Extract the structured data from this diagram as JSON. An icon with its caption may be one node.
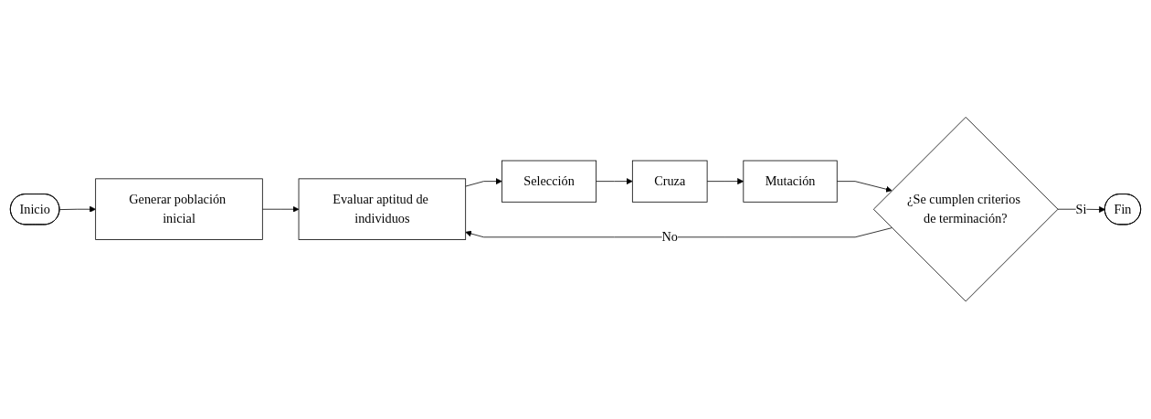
{
  "diagram": {
    "nodes": [
      {
        "text": [
          "Inicio"
        ]
      },
      {
        "text": [
          "Generar población inicial"
        ]
      },
      {
        "text": [
          "Evaluar aptitud de individuos"
        ]
      },
      {
        "text": [
          "Selección"
        ]
      },
      {
        "text": [
          "Cruza"
        ]
      },
      {
        "text": [
          "Mutación"
        ]
      },
      {
        "text": [
          "¿Se cumplen criterios de terminación?"
        ]
      },
      {
        "text": [
          "Fin"
        ]
      }
    ],
    "edges": [
      {
        "from": 0,
        "to": 1,
        "arrow": "to"
      },
      {
        "from": 1,
        "to": 2,
        "arrow": "to"
      },
      {
        "from": 2,
        "to": 3,
        "arrow": "to"
      },
      {
        "from": 3,
        "to": 4,
        "arrow": "to"
      },
      {
        "from": 4,
        "to": 5,
        "arrow": "to"
      },
      {
        "from": 5,
        "to": 6,
        "arrow": "to"
      },
      {
        "from": 6,
        "to": 2,
        "arrow": "to",
        "label": "No"
      },
      {
        "from": 6,
        "to": 7,
        "arrow": "to",
        "label": "Si"
      }
    ]
  }
}
